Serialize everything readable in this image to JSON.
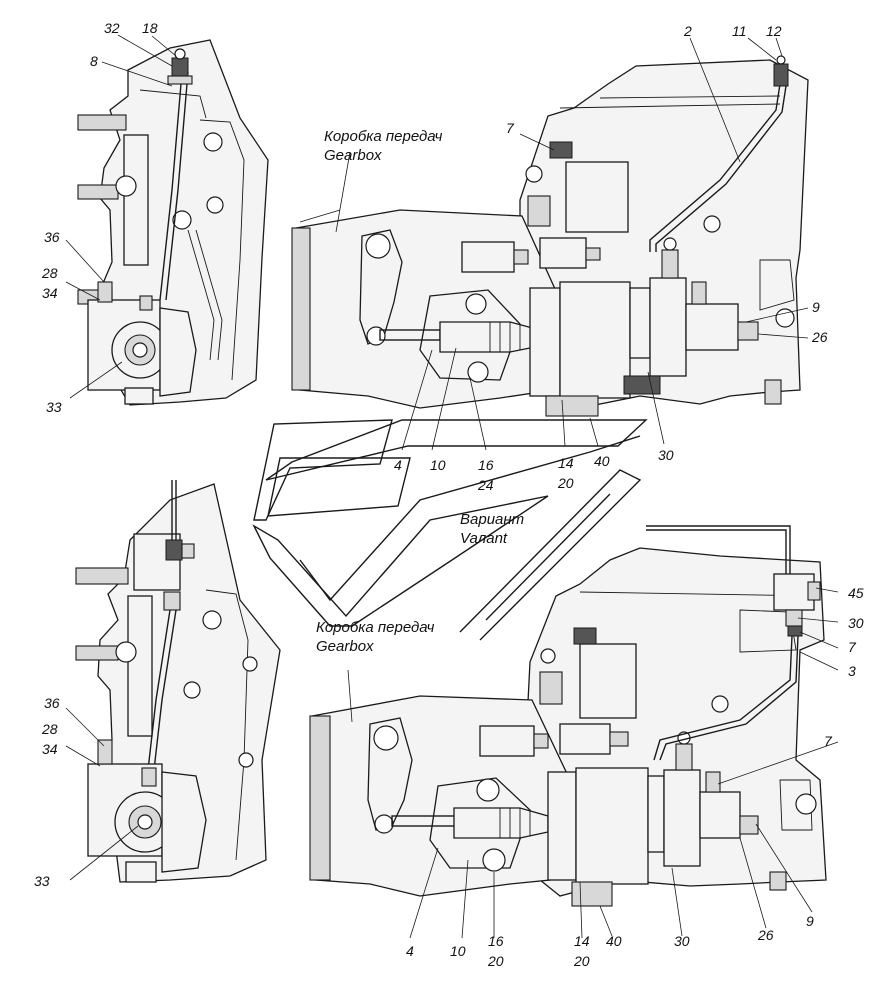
{
  "captions": {
    "gearbox_top_ru": "Коробка передач",
    "gearbox_top_en": "Gearbox",
    "variant_ru": "Вариант",
    "variant_en": "Vaлant",
    "gearbox_bottom_ru": "Коробка передач",
    "gearbox_bottom_en": "Gearbox"
  },
  "callouts": {
    "tl_32": "32",
    "tl_18": "18",
    "tl_8": "8",
    "tl_36": "36",
    "tl_28": "28",
    "tl_34": "34",
    "tl_33": "33",
    "tr_2": "2",
    "tr_11": "11",
    "tr_12": "12",
    "tr_7": "7",
    "tr_9": "9",
    "tr_26": "26",
    "tr_4": "4",
    "tr_10": "10",
    "tr_16": "16",
    "tr_24": "24",
    "tr_14": "14",
    "tr_20": "20",
    "tr_40": "40",
    "tr_30": "30",
    "bl_36": "36",
    "bl_28": "28",
    "bl_34": "34",
    "bl_33": "33",
    "br_45": "45",
    "br_30a": "30",
    "br_7a": "7",
    "br_3": "3",
    "br_7b": "7",
    "br_4": "4",
    "br_10": "10",
    "br_16": "16",
    "br_20a": "20",
    "br_14": "14",
    "br_20b": "20",
    "br_40": "40",
    "br_30b": "30",
    "br_26": "26",
    "br_9": "9"
  }
}
